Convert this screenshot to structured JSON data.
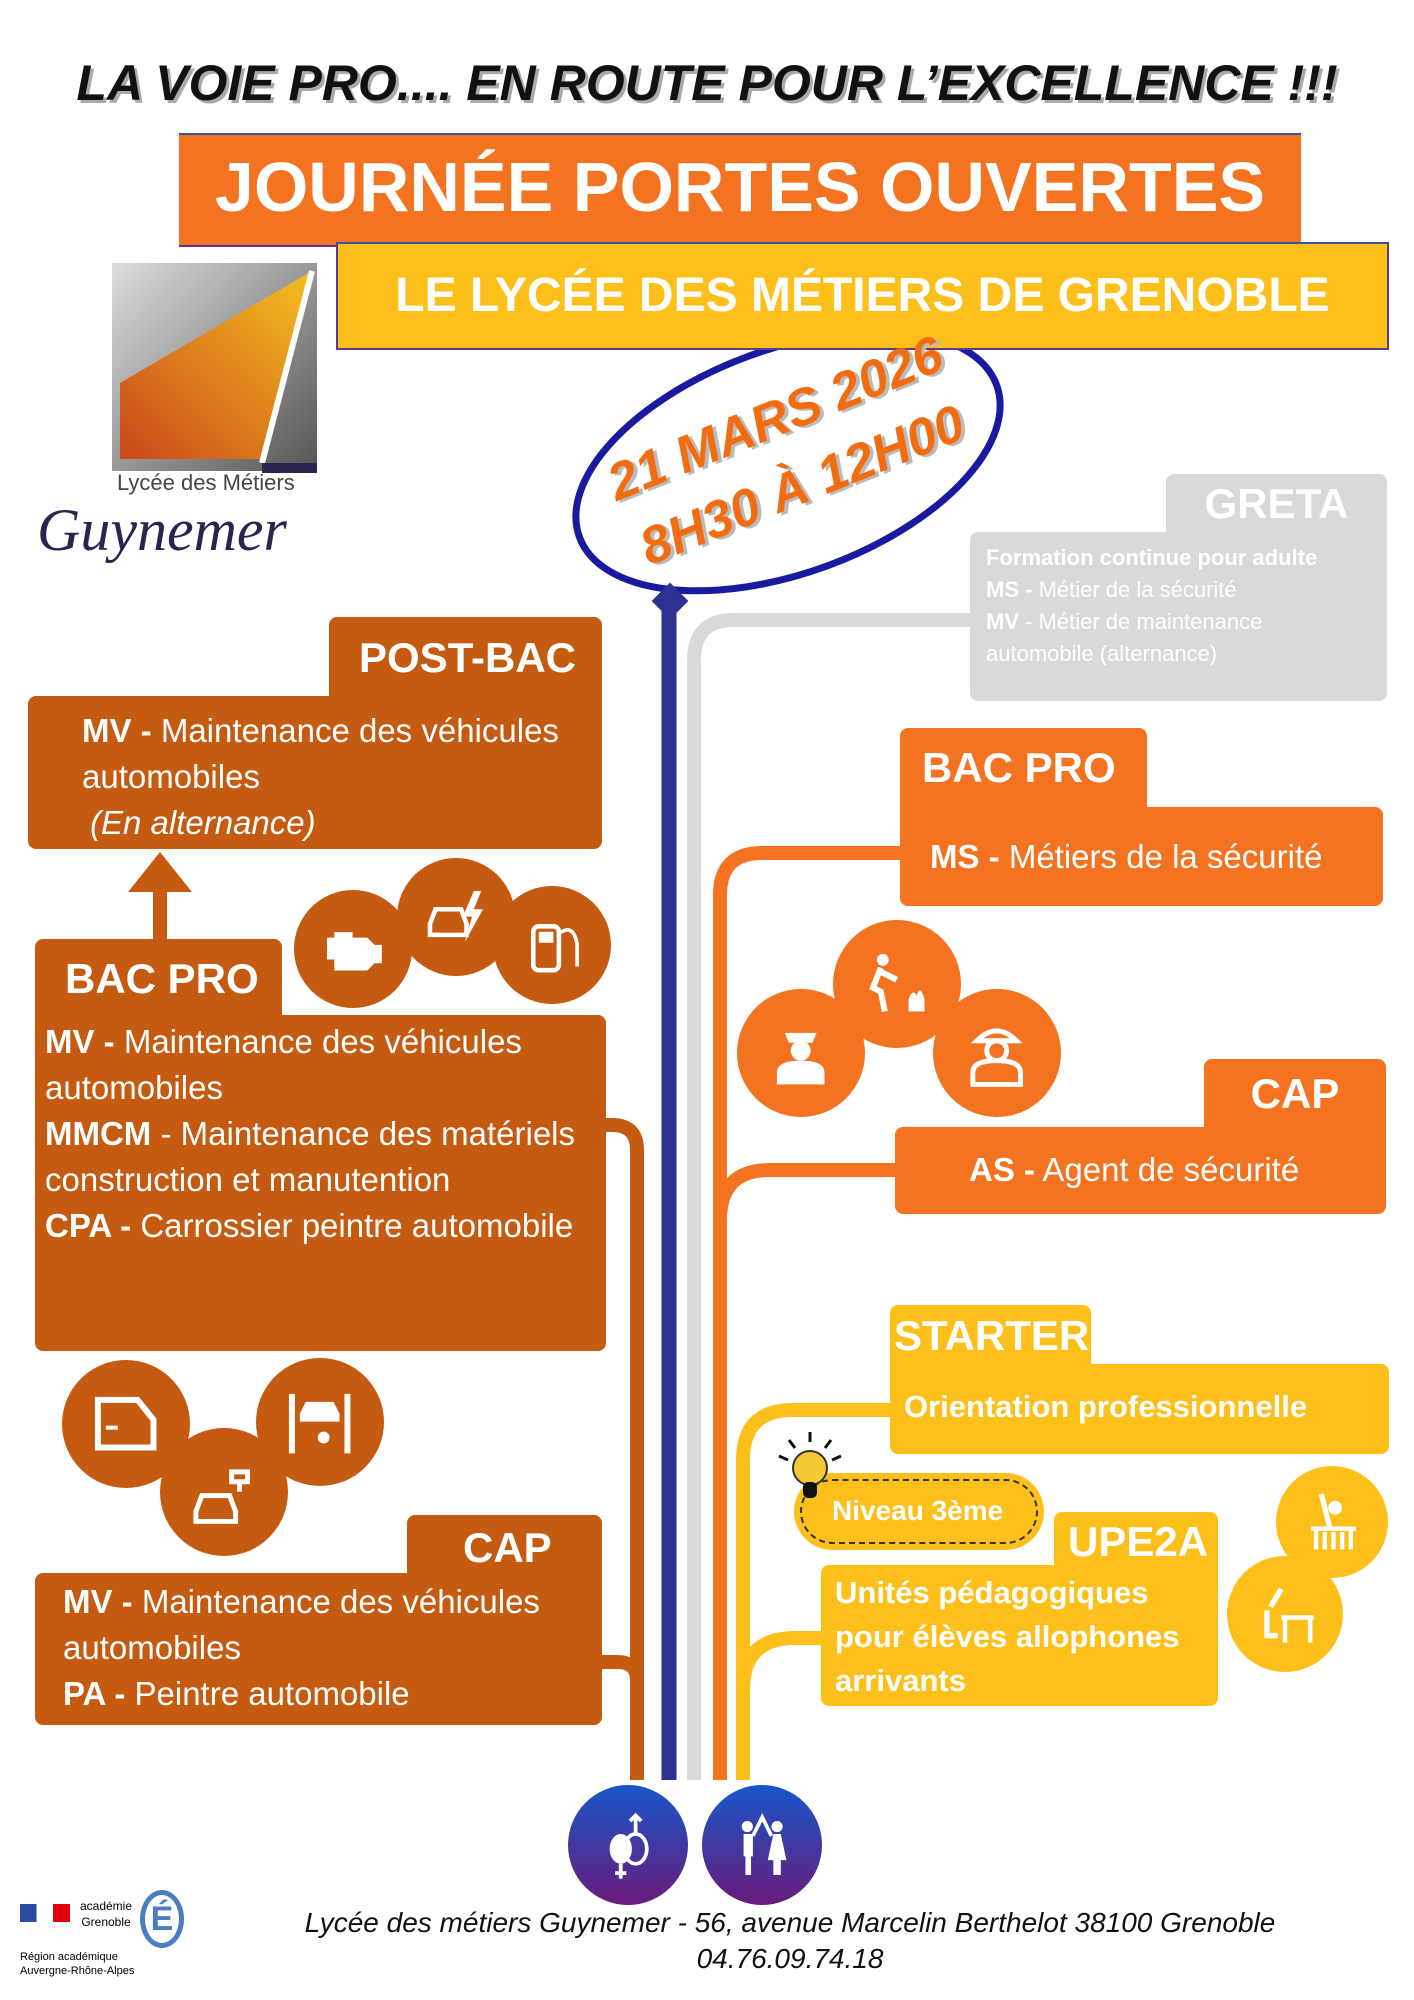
{
  "header": {
    "tagline": "LA VOIE PRO.... EN ROUTE POUR L’EXCELLENCE !!!",
    "banner": "JOURNÉE PORTES OUVERTES",
    "subbanner": "LE LYCÉE DES MÉTIERS DE GRENOBLE"
  },
  "logo": {
    "line1": "Lycée des Métiers",
    "line2": "Guynemer"
  },
  "event": {
    "date": "21 MARS 2026",
    "hours": "8H30 À 12H00"
  },
  "greta": {
    "title": "GRETA",
    "line1": "Formation continue pour adulte",
    "items": [
      {
        "code": "MS -",
        "label": " Métier de la sécurité"
      },
      {
        "code": "MV",
        "label": " - Métier de maintenance automobile (alternance)"
      }
    ]
  },
  "right_bacpro": {
    "title": "BAC PRO",
    "code": "MS -",
    "label": " Métiers de la sécurité"
  },
  "right_cap": {
    "title": "CAP",
    "code": "AS -",
    "label": " Agent de sécurité"
  },
  "starter": {
    "title": "STARTER",
    "label": "Orientation professionnelle",
    "level": "Niveau 3ème"
  },
  "upe2a": {
    "title": "UPE2A",
    "label": "Unités pédagogiques pour élèves allophones arrivants"
  },
  "postbac": {
    "title": "POST-BAC",
    "code": "MV -",
    "label": " Maintenance des véhicules automobiles",
    "note": "(En alternance)"
  },
  "left_bacpro": {
    "title": "BAC PRO",
    "items": [
      {
        "code": "MV -",
        "label": " Maintenance des véhicules automobiles"
      },
      {
        "code": "MMCM",
        "label": " - Maintenance des matériels construction et manutention"
      },
      {
        "code": "CPA -",
        "label": " Carrossier peintre automobile"
      }
    ]
  },
  "left_cap": {
    "title": "CAP",
    "items": [
      {
        "code": "MV -",
        "label": " Maintenance des véhicules automobiles"
      },
      {
        "code": "PA -",
        "label": " Peintre automobile"
      }
    ]
  },
  "footer": {
    "address": "Lycée des métiers Guynemer - 56, avenue Marcelin Berthelot 38100 Grenoble",
    "phone": "04.76.09.74.18",
    "academie": "académie Grenoble",
    "region": "Région académique Auvergne-Rhône-Alpes"
  },
  "colors": {
    "dark_orange": "#c55a11",
    "orange": "#f37321",
    "yellow": "#fdc01a",
    "grey": "#d9d9d9",
    "blue": "#2e3192"
  }
}
